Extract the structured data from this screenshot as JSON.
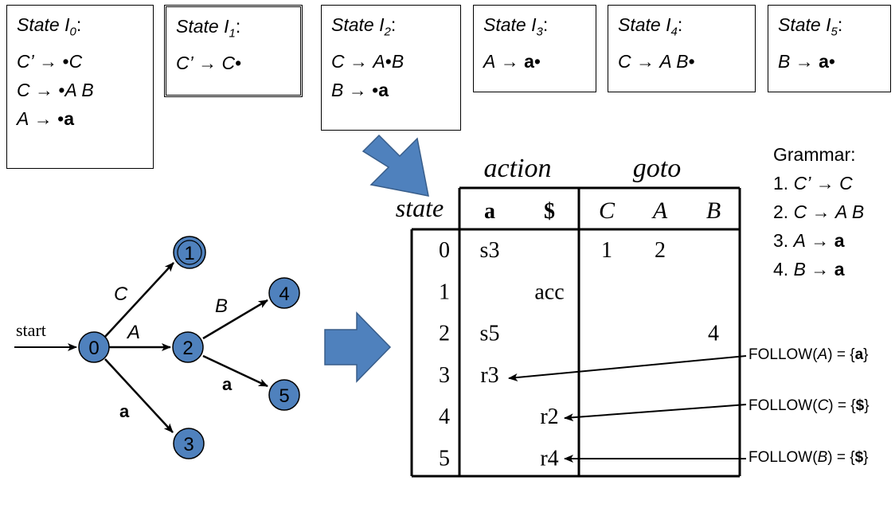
{
  "states": [
    {
      "id": "I0",
      "title": "State ",
      "sub": "0",
      "lines": [
        [
          {
            "t": "C’",
            "c": "sym"
          },
          {
            "t": " → ",
            "c": ""
          },
          {
            "t": "•",
            "c": ""
          },
          {
            "t": "C",
            "c": "sym"
          }
        ],
        [
          {
            "t": "C",
            "c": "sym"
          },
          {
            "t": " → ",
            "c": ""
          },
          {
            "t": "•",
            "c": ""
          },
          {
            "t": "A B",
            "c": "sym"
          }
        ],
        [
          {
            "t": "A",
            "c": "sym"
          },
          {
            "t": " → ",
            "c": ""
          },
          {
            "t": "•",
            "c": ""
          },
          {
            "t": "a",
            "c": "term"
          }
        ]
      ]
    },
    {
      "id": "I1",
      "title": "State ",
      "sub": "1",
      "lines": [
        [
          {
            "t": "C’",
            "c": "sym"
          },
          {
            "t": " → ",
            "c": ""
          },
          {
            "t": "C",
            "c": "sym"
          },
          {
            "t": "•",
            "c": ""
          }
        ]
      ]
    },
    {
      "id": "I2",
      "title": "State ",
      "sub": "2",
      "lines": [
        [
          {
            "t": "C",
            "c": "sym"
          },
          {
            "t": " → ",
            "c": ""
          },
          {
            "t": "A",
            "c": "sym"
          },
          {
            "t": "•",
            "c": ""
          },
          {
            "t": "B",
            "c": "sym"
          }
        ],
        [
          {
            "t": "B",
            "c": "sym"
          },
          {
            "t": " → ",
            "c": ""
          },
          {
            "t": "•",
            "c": ""
          },
          {
            "t": "a",
            "c": "term"
          }
        ]
      ]
    },
    {
      "id": "I3",
      "title": "State ",
      "sub": "3",
      "lines": [
        [
          {
            "t": "A",
            "c": "sym"
          },
          {
            "t": " → ",
            "c": ""
          },
          {
            "t": "a",
            "c": "term"
          },
          {
            "t": "•",
            "c": ""
          }
        ]
      ]
    },
    {
      "id": "I4",
      "title": "State ",
      "sub": "4",
      "lines": [
        [
          {
            "t": "C",
            "c": "sym"
          },
          {
            "t": " → ",
            "c": ""
          },
          {
            "t": "A B",
            "c": "sym"
          },
          {
            "t": "•",
            "c": ""
          }
        ]
      ]
    },
    {
      "id": "I5",
      "title": "State ",
      "sub": "5",
      "lines": [
        [
          {
            "t": "B",
            "c": "sym"
          },
          {
            "t": " → ",
            "c": ""
          },
          {
            "t": "a",
            "c": "term"
          },
          {
            "t": "•",
            "c": ""
          }
        ]
      ]
    }
  ],
  "grammar": {
    "title": "Grammar:",
    "rules": [
      [
        {
          "t": "1. ",
          "c": ""
        },
        {
          "t": "C’",
          "c": "sym"
        },
        {
          "t": " → ",
          "c": ""
        },
        {
          "t": "C",
          "c": "sym"
        }
      ],
      [
        {
          "t": "2. ",
          "c": ""
        },
        {
          "t": "C",
          "c": "sym"
        },
        {
          "t": " → ",
          "c": ""
        },
        {
          "t": "A B",
          "c": "sym"
        }
      ],
      [
        {
          "t": "3. ",
          "c": ""
        },
        {
          "t": "A",
          "c": "sym"
        },
        {
          "t": " → ",
          "c": ""
        },
        {
          "t": "a",
          "c": "term"
        }
      ],
      [
        {
          "t": "4. ",
          "c": ""
        },
        {
          "t": "B",
          "c": "sym"
        },
        {
          "t": " → ",
          "c": ""
        },
        {
          "t": "a",
          "c": "term"
        }
      ]
    ]
  },
  "table": {
    "action_label": "action",
    "goto_label": "goto",
    "state_label": "state",
    "columns": [
      "a",
      "$",
      "C",
      "A",
      "B"
    ],
    "rows": [
      {
        "state": "0",
        "cells": [
          "s3",
          "",
          "1",
          "2",
          ""
        ]
      },
      {
        "state": "1",
        "cells": [
          "",
          "acc",
          "",
          "",
          ""
        ]
      },
      {
        "state": "2",
        "cells": [
          "s5",
          "",
          "",
          "",
          "4"
        ]
      },
      {
        "state": "3",
        "cells": [
          "r3",
          "",
          "",
          "",
          ""
        ]
      },
      {
        "state": "4",
        "cells": [
          "",
          "r2",
          "",
          "",
          ""
        ]
      },
      {
        "state": "5",
        "cells": [
          "",
          "r4",
          "",
          "",
          ""
        ]
      }
    ]
  },
  "follow": [
    {
      "pre": "FOLLOW(",
      "sym": "A",
      "mid": ") = {",
      "term": "a",
      "post": "}"
    },
    {
      "pre": "FOLLOW(",
      "sym": "C",
      "mid": ") = {",
      "term": "$",
      "post": "}"
    },
    {
      "pre": "FOLLOW(",
      "sym": "B",
      "mid": ") = {",
      "term": "$",
      "post": "}"
    }
  ],
  "automaton": {
    "start_label": "start",
    "nodes": [
      "0",
      "1",
      "2",
      "3",
      "4",
      "5"
    ],
    "edges": [
      {
        "from": "0",
        "to": "1",
        "label": "C"
      },
      {
        "from": "0",
        "to": "2",
        "label": "A"
      },
      {
        "from": "0",
        "to": "3",
        "label": "a"
      },
      {
        "from": "2",
        "to": "4",
        "label": "B"
      },
      {
        "from": "2",
        "to": "5",
        "label": "a"
      }
    ],
    "accept_node": "1"
  },
  "colors": {
    "node_fill": "#4f81bd",
    "arrow_fill": "#4f81bd",
    "arrow_stroke": "#385d8a"
  }
}
